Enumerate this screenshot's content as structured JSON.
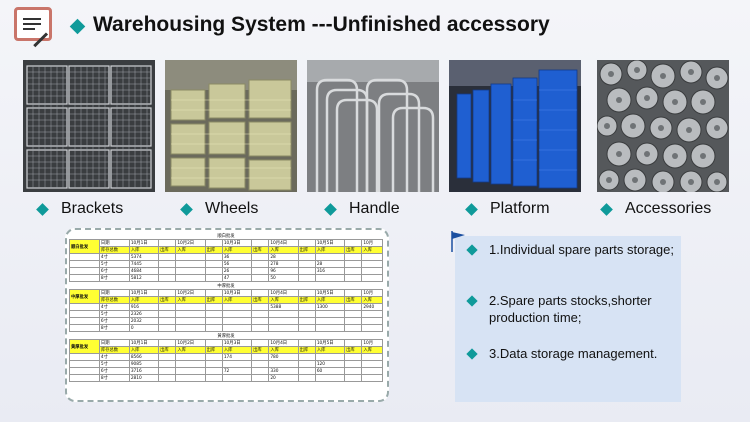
{
  "slide": {
    "title": "Warehousing System ---Unfinished accessory"
  },
  "categories": [
    {
      "label": "Brackets"
    },
    {
      "label": "Wheels"
    },
    {
      "label": "Handle"
    },
    {
      "label": "Platform"
    },
    {
      "label": "Accessories"
    }
  ],
  "sheet": {
    "sections": [
      {
        "name": "顺白批发",
        "header1": [
          "日期",
          "10月1日",
          "",
          "10月2日",
          "",
          "10月3日",
          "",
          "10月4日",
          "",
          "10月5日",
          "",
          "10月"
        ],
        "header2": [
          "库存总数",
          "入库",
          "出库",
          "入库",
          "出库",
          "入库",
          "出库",
          "入库",
          "出库",
          "入库",
          "出库",
          "入库"
        ],
        "label": "顺白批发",
        "rows": [
          [
            "4寸",
            "5374",
            "",
            "",
            "",
            "36",
            "",
            "28",
            "",
            "",
            "",
            ""
          ],
          [
            "5寸",
            "7445",
            "",
            "",
            "",
            "56",
            "",
            "278",
            "",
            "28",
            "",
            ""
          ],
          [
            "6寸",
            "4684",
            "",
            "",
            "",
            "26",
            "",
            "96",
            "",
            "316",
            "",
            ""
          ],
          [
            "8寸",
            "5812",
            "",
            "",
            "",
            "47",
            "",
            "50",
            "",
            "",
            "",
            ""
          ]
        ]
      },
      {
        "name": "中厚批发",
        "header1": [
          "日期",
          "10月1日",
          "",
          "10月2日",
          "",
          "10月3日",
          "",
          "10月4日",
          "",
          "10月5日",
          "",
          "10月"
        ],
        "header2": [
          "库存总数",
          "入库",
          "出库",
          "入库",
          "出库",
          "入库",
          "出库",
          "入库",
          "出库",
          "入库",
          "出库",
          "入库"
        ],
        "label": "中厚批发",
        "rows": [
          [
            "4寸",
            "916",
            "",
            "",
            "",
            "",
            "",
            "5388",
            "",
            "1300",
            "",
            "2940"
          ],
          [
            "5寸",
            "2326",
            "",
            "",
            "",
            "",
            "",
            "",
            "",
            "",
            "",
            ""
          ],
          [
            "6寸",
            "2032",
            "",
            "",
            "",
            "",
            "",
            "",
            "",
            "",
            "",
            ""
          ],
          [
            "8寸",
            "0",
            "",
            "",
            "",
            "",
            "",
            "",
            "",
            "",
            "",
            ""
          ]
        ]
      },
      {
        "name": "黄厚批发",
        "header1": [
          "日期",
          "10月1日",
          "",
          "10月2日",
          "",
          "10月3日",
          "",
          "10月4日",
          "",
          "10月5日",
          "",
          "10月"
        ],
        "header2": [
          "库存总数",
          "入库",
          "出库",
          "入库",
          "出库",
          "入库",
          "出库",
          "入库",
          "出库",
          "入库",
          "出库",
          "入库"
        ],
        "label": "黄厚批发",
        "rows": [
          [
            "4寸",
            "8566",
            "",
            "",
            "",
            "174",
            "",
            "780",
            "",
            "",
            "",
            ""
          ],
          [
            "5寸",
            "9085",
            "",
            "",
            "",
            "",
            "",
            "",
            "",
            "120",
            "",
            ""
          ],
          [
            "6寸",
            "3716",
            "",
            "",
            "",
            "72",
            "",
            "330",
            "",
            "60",
            "",
            ""
          ],
          [
            "8寸",
            "2810",
            "",
            "",
            "",
            "",
            "",
            "20",
            "",
            "",
            "",
            ""
          ]
        ]
      }
    ]
  },
  "points": [
    {
      "text": "1.Individual spare parts storage;"
    },
    {
      "text": "2.Spare parts stocks,shorter production time;"
    },
    {
      "text": "3.Data storage management."
    }
  ],
  "colors": {
    "accent": "#0f9a9a",
    "panel": "#d7e3f4",
    "highlight": "#ffff33",
    "logo_border": "#c9756a"
  }
}
